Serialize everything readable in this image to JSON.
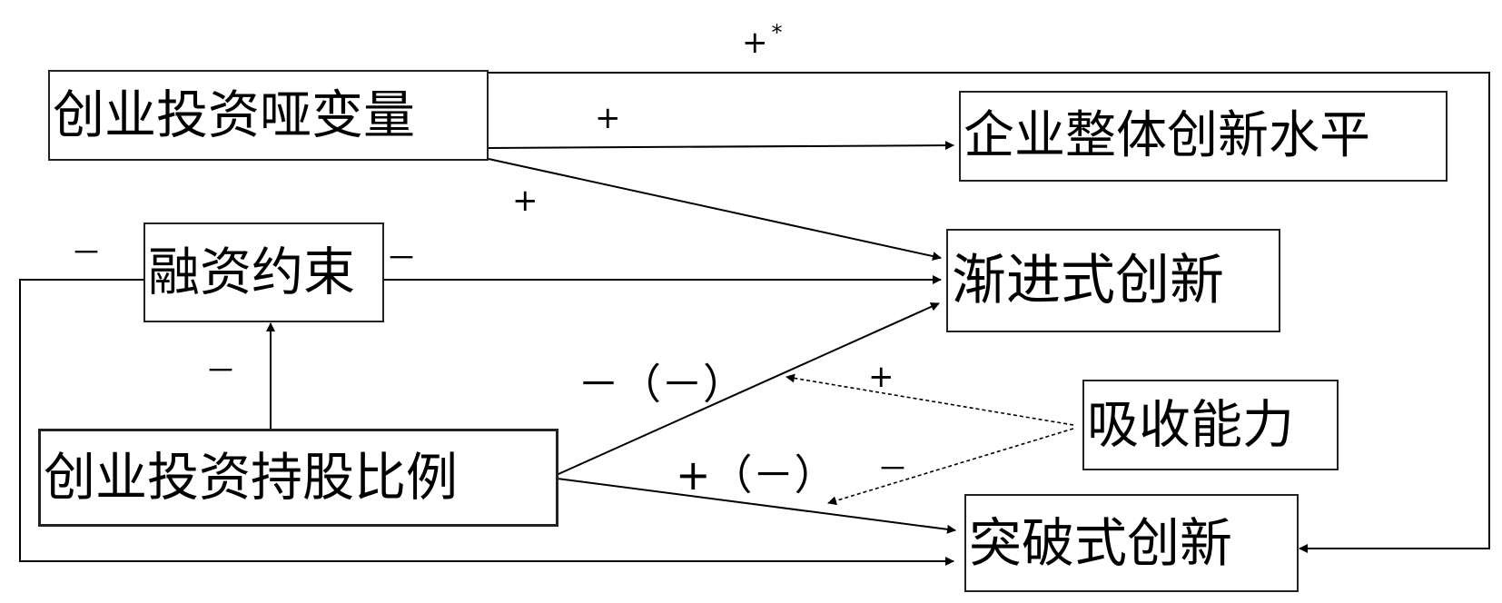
{
  "nodes": {
    "vc_dummy": "创业投资哑变量",
    "overall_innovation": "企业整体创新水平",
    "financing_constraint": "融资约束",
    "incremental_innovation": "渐进式创新",
    "vc_shareholding": "创业投资持股比例",
    "absorptive_capacity": "吸收能力",
    "radical_innovation": "突破式创新"
  },
  "edge_labels": {
    "dummy_to_radical_sign": "+",
    "dummy_to_radical_mark": "*",
    "dummy_to_overall": "+",
    "dummy_to_incremental": "+",
    "fc_left": "－",
    "fc_right": "－",
    "share_to_fc": "－",
    "share_to_incremental": "－（－）",
    "share_to_radical": "+（－）",
    "absorb_to_incremental": "+",
    "absorb_to_radical": "－"
  }
}
